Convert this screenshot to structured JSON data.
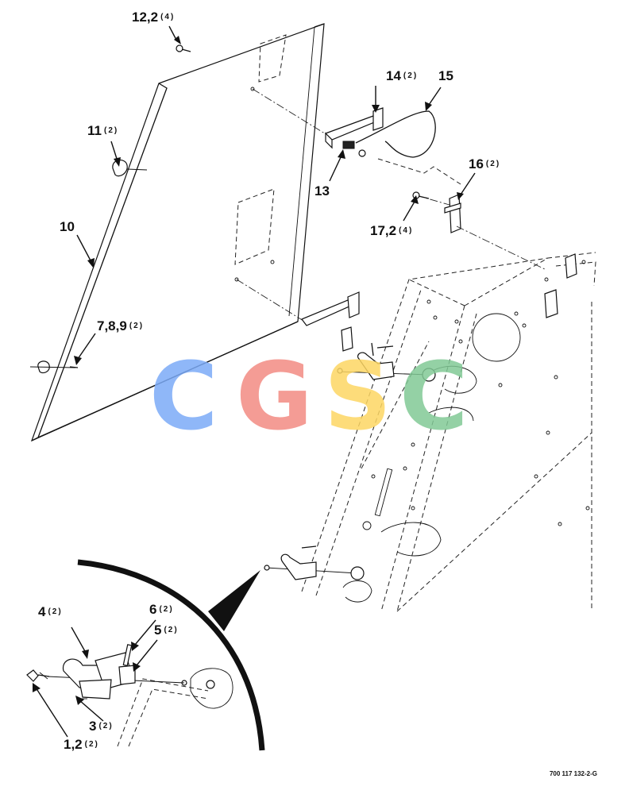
{
  "callouts": {
    "c12": {
      "num": "12,2",
      "qty": "(4)"
    },
    "c11": {
      "num": "11",
      "qty": "(2)"
    },
    "c10": {
      "num": "10",
      "qty": ""
    },
    "c789": {
      "num": "7,8,9",
      "qty": "(2)"
    },
    "c14": {
      "num": "14",
      "qty": "(2)"
    },
    "c15": {
      "num": "15",
      "qty": ""
    },
    "c13": {
      "num": "13",
      "qty": ""
    },
    "c16": {
      "num": "16",
      "qty": "(2)"
    },
    "c17": {
      "num": "17,2",
      "qty": "(4)"
    },
    "c4": {
      "num": "4",
      "qty": "(2)"
    },
    "c6": {
      "num": "6",
      "qty": "(2)"
    },
    "c5": {
      "num": "5",
      "qty": "(2)"
    },
    "c3": {
      "num": "3",
      "qty": "(2)"
    },
    "c12b": {
      "num": "1,2",
      "qty": "(2)"
    }
  },
  "watermark": {
    "letters": [
      "C",
      "G",
      "S",
      "C"
    ],
    "colors": [
      "#7baaf7",
      "#f28b82",
      "#fdd663",
      "#81c995"
    ]
  },
  "document_number": "700 117 132-2-G"
}
